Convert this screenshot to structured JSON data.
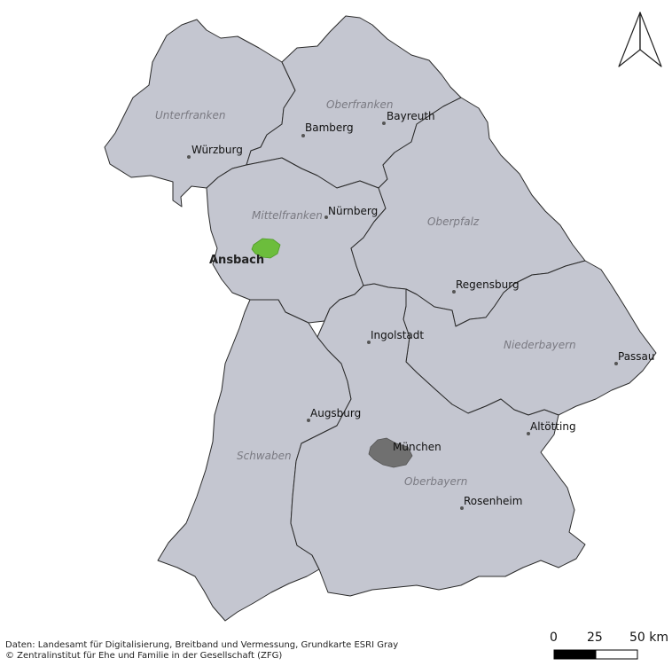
{
  "map": {
    "regions": [
      {
        "id": "unterfranken",
        "name": "Unterfranken"
      },
      {
        "id": "oberfranken",
        "name": "Oberfranken"
      },
      {
        "id": "mittelfranken",
        "name": "Mittelfranken"
      },
      {
        "id": "oberpfalz",
        "name": "Oberpfalz"
      },
      {
        "id": "niederbayern",
        "name": "Niederbayern"
      },
      {
        "id": "schwaben",
        "name": "Schwaben"
      },
      {
        "id": "oberbayern",
        "name": "Oberbayern"
      }
    ],
    "cities": [
      "Würzburg",
      "Bamberg",
      "Bayreuth",
      "Nürnberg",
      "Regensburg",
      "Ingolstadt",
      "Passau",
      "Augsburg",
      "München",
      "Altötting",
      "Rosenheim"
    ],
    "highlight": {
      "name": "Ansbach"
    },
    "colors": {
      "region_fill": "#c4c6d0",
      "border": "#2a2a2a",
      "highlight": "#6cbd3c",
      "munich": "#707070"
    }
  },
  "scalebar": {
    "labels": [
      "0",
      "25",
      "50 km"
    ]
  },
  "source": {
    "line1": "Daten: Landesamt für Digitalisierung, Breitband und Vermessung, Grundkarte ESRI Gray",
    "line2": "© Zentralinstitut für Ehe und Familie in der Gesellschaft (ZFG)"
  }
}
